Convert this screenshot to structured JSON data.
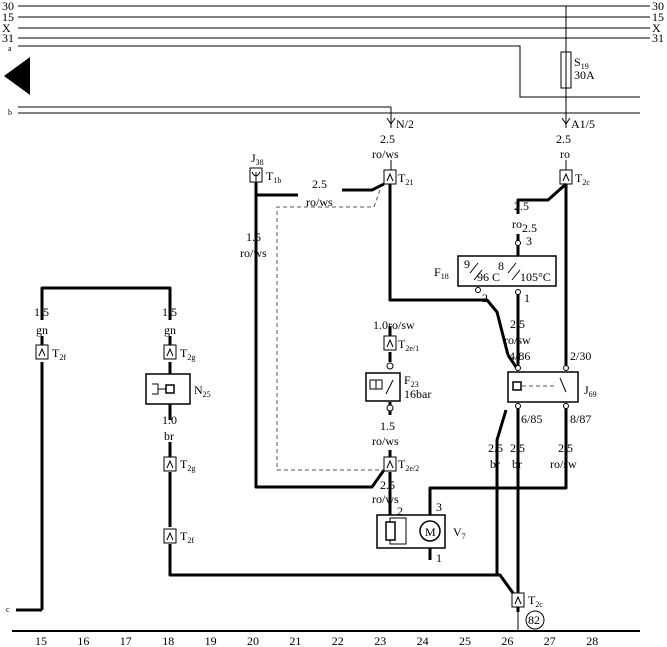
{
  "rails": [
    {
      "left": "30",
      "right": "30"
    },
    {
      "left": "15",
      "right": "15"
    },
    {
      "left": "X",
      "right": "X"
    },
    {
      "left": "31",
      "right": "31"
    },
    {
      "left": "a",
      "right": ""
    },
    {
      "left": "b",
      "right": ""
    }
  ],
  "fuse_s19": {
    "name": "S",
    "sub": "19",
    "rating": "30A"
  },
  "connectors": {
    "n2": "N/2",
    "a15": "A1/5",
    "j38": {
      "name": "J",
      "sub": "38"
    },
    "t1b": {
      "name": "T",
      "sub": "1b"
    },
    "t21": {
      "name": "T",
      "sub": "21"
    },
    "t2c_top": {
      "name": "T",
      "sub": "2c"
    },
    "t2f_left": {
      "name": "T",
      "sub": "2f"
    },
    "t2g_a": {
      "name": "T",
      "sub": "2g"
    },
    "t2g_b": {
      "name": "T",
      "sub": "2g"
    },
    "t2f_b": {
      "name": "T",
      "sub": "2f"
    },
    "t2e1": {
      "name": "T",
      "sub": "2e/1"
    },
    "t2e2": {
      "name": "T",
      "sub": "2e/2"
    },
    "t2c_bottom": {
      "name": "T",
      "sub": "2c"
    },
    "c_end": "c"
  },
  "wires": {
    "w_n2_size": "2.5",
    "w_n2_color": "ro/ws",
    "w_a15_size": "2.5",
    "w_a15_color": "ro",
    "w_t21_size": "2.5",
    "w_t21_color": "ro/ws",
    "w_j38_size": "1.5",
    "w_j38_color": "ro/ws",
    "w_f18_size": "2.5",
    "w_f18_color": "ro",
    "w_gn1_size": "1.5",
    "w_gn1_color": "gn",
    "w_gn2_size": "1.5",
    "w_gn2_color": "gn",
    "w_f23top": "1.0ro/sw",
    "w_j69in_size": "2.5",
    "w_j69in_color": "ro/sw",
    "w_br_size": "1.0",
    "w_br_color": "br",
    "w_f23bot_size": "1.5",
    "w_f23bot_color": "ro/ws",
    "w_v7_size": "2.5",
    "w_v7_color": "ro/ws",
    "w_br2_size": "2.5",
    "w_br2_color": "br",
    "w_br3_size": "2.5",
    "w_br3_color": "br",
    "w_rosw_size": "2.5",
    "w_rosw_color": "ro/sw"
  },
  "components": {
    "f18": {
      "name": "F",
      "sub": "18",
      "pin9": "9",
      "pin8": "8",
      "temp1": "96 C",
      "temp2": "105°C",
      "pin3": "3",
      "pin2": "2",
      "pin1": "1"
    },
    "f23": {
      "name": "F",
      "sub": "23",
      "rating": "16bar"
    },
    "n25": {
      "name": "N",
      "sub": "25"
    },
    "j69": {
      "name": "J",
      "sub": "69",
      "p486": "4/86",
      "p230": "2/30",
      "p685": "6/85",
      "p887": "8/87"
    },
    "v7": {
      "name": "V",
      "sub": "7",
      "motor": "M",
      "p3": "3",
      "p2": "2",
      "p1": "1"
    },
    "ground": "82"
  },
  "scale": [
    "15",
    "16",
    "17",
    "18",
    "19",
    "20",
    "21",
    "22",
    "23",
    "24",
    "25",
    "26",
    "27",
    "28"
  ]
}
